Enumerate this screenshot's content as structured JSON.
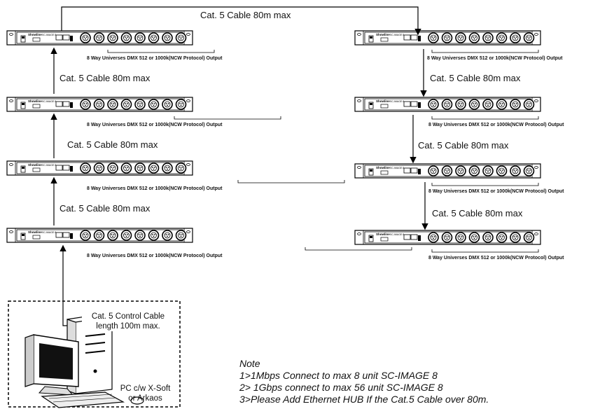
{
  "cable_labels": {
    "top": "Cat. 5  Cable 80m max",
    "left": [
      "Cat. 5  Cable 80m max",
      "Cat. 5  Cable 80m max",
      "Cat. 5  Cable 80m max"
    ],
    "right": [
      "Cat. 5  Cable 80m max",
      "Cat. 5  Cable 80m max",
      "Cat. 5  Cable 80m max"
    ]
  },
  "output_label": "8 Way Universes DMX 512 or 1000k(NCW Protocol) Output",
  "device": {
    "brand": "Showline",
    "model": "SC-IMAGE 8"
  },
  "control_cable": {
    "line1": "Cat. 5 Control Cable",
    "line2": "length 100m max."
  },
  "pc": {
    "line1": "PC c/w X-Soft",
    "line2": "or Arkaos"
  },
  "note": {
    "title": "Note",
    "lines": [
      "1>1Mbps Connect to max 8 unit SC-IMAGE 8",
      "2> 1Gbps connect to max 56 unit  SC-IMAGE 8",
      "3>Please Add Ethernet HUB If the Cat.5 Cable over 80m."
    ]
  }
}
